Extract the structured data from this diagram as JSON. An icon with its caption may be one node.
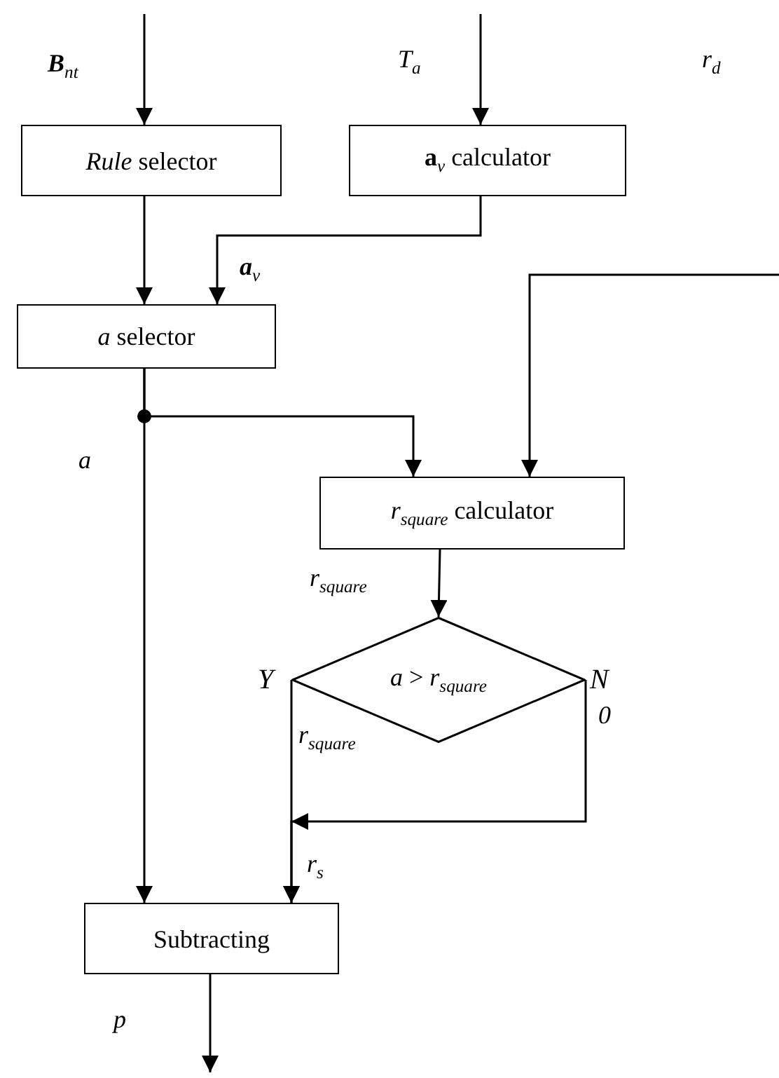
{
  "diagram": {
    "nodes": [
      {
        "text": [
          "*Rule* selector"
        ]
      },
      {
        "text": [
          "**a**$_{v}$ calculator"
        ]
      },
      {
        "text": [
          "*a* selector"
        ]
      },
      {
        "text": [
          "*r*$_{square}$ calculator"
        ]
      },
      {
        "text": [
          "*a* > *r*$_{square}$"
        ],
        "beside": [
          "Y",
          "N"
        ]
      },
      {
        "text": [
          "Subtracting"
        ]
      }
    ],
    "edges": [
      {
        "from": null,
        "to": 0,
        "arrow": "to",
        "label": "**B**$_{nt}$"
      },
      {
        "from": null,
        "to": 1,
        "arrow": "to",
        "label": "*T*$_{a}$"
      },
      {
        "from": 0,
        "to": 2,
        "arrow": "to"
      },
      {
        "from": 1,
        "to": 2,
        "arrow": "to",
        "label": "**a**$_{v}$"
      },
      {
        "from": null,
        "to": 3,
        "arrow": "to"
      },
      {
        "from": 2,
        "to": 5,
        "arrow": "to",
        "label": "*a*"
      },
      {
        "from": 2,
        "to": 3,
        "arrow": "to"
      },
      {
        "from": 3,
        "to": 4,
        "arrow": "to",
        "label": "*r*$_{square}$"
      },
      {
        "from": 4,
        "to": 5,
        "arrow": "to",
        "label": "*r*$_{square}$"
      },
      {
        "from": 4,
        "to": 5,
        "arrow": "to",
        "label": "0"
      },
      {
        "from": 5,
        "to": null,
        "arrow": "to",
        "label": "*p*"
      }
    ],
    "labels": [
      "*r*$_{d}$",
      "*r*$_{s}$"
    ]
  }
}
